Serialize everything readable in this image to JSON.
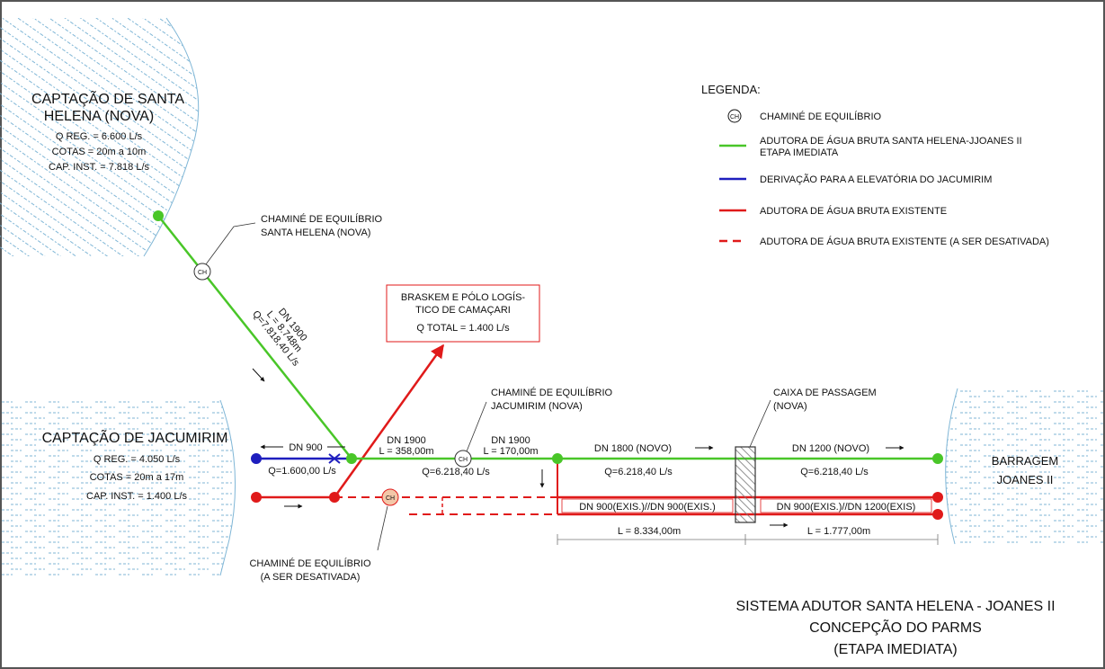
{
  "colors": {
    "green": "#49c628",
    "blue": "#1e1ebe",
    "red": "#e01a1a",
    "water": "#7fb6d6",
    "border": "#555555"
  },
  "sources": {
    "santa_helena": {
      "title_1": "CAPTAÇÃO DE SANTA",
      "title_2": "HELENA (NOVA)",
      "q_reg": "Q REG. = 6.600 L/s",
      "cotas": "COTAS = 20m a 10m",
      "cap": "CAP. INST. = 7.818 L/s"
    },
    "jacumirim": {
      "title": "CAPTAÇÃO DE JACUMIRIM",
      "q_reg": "Q REG. = 4.050 L/s",
      "cotas": "COTAS = 20m a 17m",
      "cap": "CAP. INST. = 1.400 L/s"
    },
    "joanes": {
      "title_1": "BARRAGEM",
      "title_2": "JOANES II"
    }
  },
  "legend": {
    "title": "LEGENDA:",
    "items": [
      {
        "symbol": "CH",
        "label": "CHAMINÉ DE EQUILÍBRIO"
      },
      {
        "line": "green",
        "label_1": "ADUTORA DE ÁGUA BRUTA SANTA HELENA-JJOANES II",
        "label_2": "ETAPA IMEDIATA"
      },
      {
        "line": "blue",
        "label": "DERIVAÇÃO PARA A ELEVATÓRIA DO JACUMIRIM"
      },
      {
        "line": "red",
        "label": "ADUTORA DE ÁGUA BRUTA EXISTENTE"
      },
      {
        "line": "red-dashed",
        "label": "ADUTORA DE ÁGUA BRUTA EXISTENTE (A SER DESATIVADA)"
      }
    ]
  },
  "chamines": {
    "symbol": "CH",
    "santa_helena_1": "CHAMINÉ DE EQUILÍBRIO",
    "santa_helena_2": "SANTA HELENA (NOVA)",
    "jacumirim_1": "CHAMINÉ DE EQUILÍBRIO",
    "jacumirim_2": "JACUMIRIM (NOVA)",
    "old_1": "CHAMINÉ DE EQUILÍBRIO",
    "old_2": "(A SER DESATIVADA)"
  },
  "braskem": {
    "line_1": "BRASKEM E PÓLO LOGÍS-",
    "line_2": "TICO DE CAMAÇARI",
    "q_total": "Q TOTAL = 1.400 L/s"
  },
  "caixa": {
    "line_1": "CAIXA DE PASSAGEM",
    "line_2": "(NOVA)"
  },
  "pipes": {
    "diag_dn": "DN 1900",
    "diag_l": "L = 8.748m",
    "diag_q": "Q=7.818,40 L/s",
    "dn900": "DN 900",
    "q1600": "Q=1.600,00 L/s",
    "seg1_dn": "DN 1900",
    "seg1_l": "L = 358,00m",
    "seg2_dn": "DN 1900",
    "seg2_l": "L = 170,00m",
    "q_main": "Q=6.218,40 L/s",
    "dn1800": "DN 1800 (NOVO)",
    "q_mid": "Q=6.218,40 L/s",
    "dn1200": "DN 1200 (NOVO)",
    "q_right": "Q=6.218,40 L/s",
    "exis_left": "DN 900(EXIS.)//DN 900(EXIS.)",
    "exis_right": "DN 900(EXIS.)//DN 1200(EXIS)",
    "l_left": "L = 8.334,00m",
    "l_right": "L = 1.777,00m"
  },
  "footer": {
    "line_1": "SISTEMA ADUTOR SANTA HELENA - JOANES II",
    "line_2": "CONCEPÇÃO DO PARMS",
    "line_3": "(ETAPA IMEDIATA)"
  }
}
